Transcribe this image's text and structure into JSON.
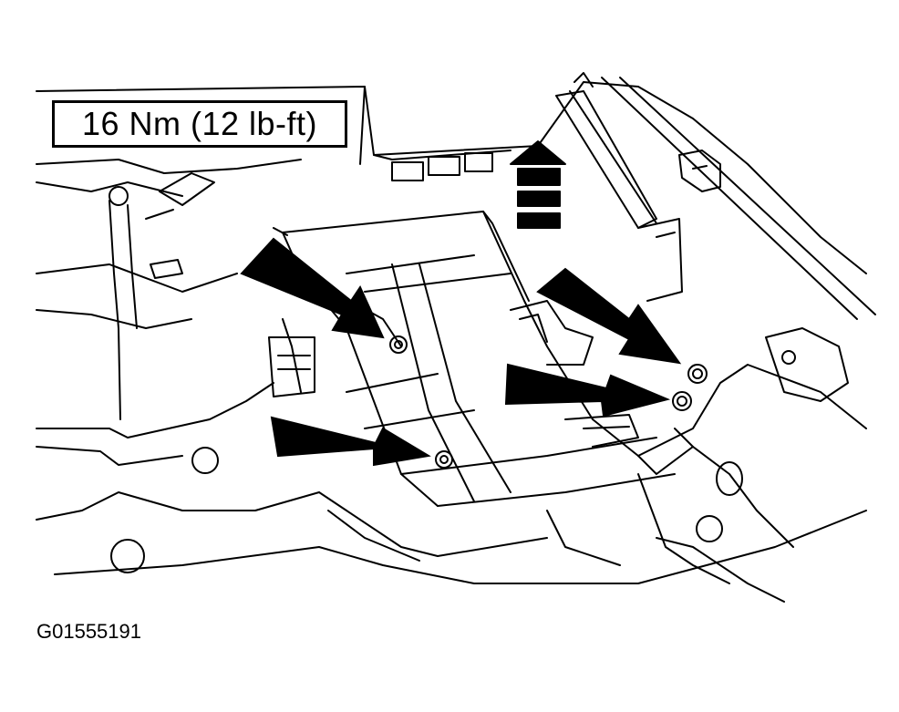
{
  "torque_label": "16 Nm (12 lb-ft)",
  "figure_id": "G01555191",
  "colors": {
    "ink": "#000000",
    "paper": "#ffffff"
  },
  "arrows": {
    "count": 5,
    "direction_indicator": "up-arrow-icon"
  }
}
